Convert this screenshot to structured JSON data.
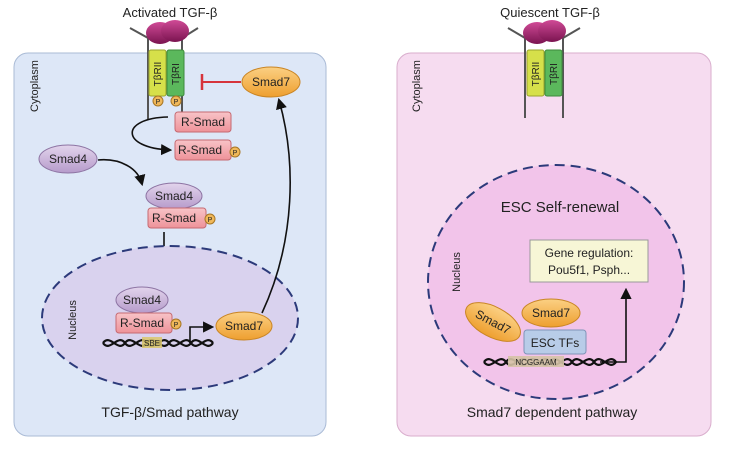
{
  "left_panel": {
    "header": "Activated TGF-β",
    "cytoplasm_label": "Cytoplasm",
    "receptor_1": "TβRII",
    "receptor_2": "TβRI",
    "phospho_mark": "P",
    "smad7_cyto": "Smad7",
    "rsmad": "R-Smad",
    "rsmad_p": "R-Smad",
    "smad4_free": "Smad4",
    "complex_smad4": "Smad4",
    "complex_rsmad": "R-Smad",
    "nucleus_label": "Nucleus",
    "nuc_smad4": "Smad4",
    "nuc_rsmad": "R-Smad",
    "sbe": "SBE",
    "nuc_smad7": "Smad7",
    "footer": "TGF-β/Smad pathway"
  },
  "right_panel": {
    "header": "Quiescent TGF-β",
    "cytoplasm_label": "Cytoplasm",
    "receptor_1": "TβRII",
    "receptor_2": "TβRI",
    "nucleus_label": "Nucleus",
    "self_renewal": "ESC Self-renewal",
    "gene_reg_line1": "Gene regulation:",
    "gene_reg_line2": "Pou5f1, Psph...",
    "smad7_tilted": "Smad7",
    "smad7_top": "Smad7",
    "esc_tfs": "ESC TFs",
    "motif": "NCGGAAM",
    "footer": "Smad7 dependent pathway"
  },
  "colors": {
    "left_bg": "#dde7f7",
    "right_bg": "#f6dcf0",
    "left_nucleus": "#d9d2ee",
    "right_nucleus": "#f2c4ea",
    "smad7": "#f4b24a",
    "smad4": "#c9b3d9",
    "rsmad": "#f2a3aa",
    "inhibit": "#d6343c",
    "receptor_yellow": "#d6e04a",
    "receptor_green": "#5bb85c",
    "ligand": "#a6246f"
  },
  "icons": [
    "arrow",
    "inhibition-bar",
    "dna-helix",
    "phosphate-circle",
    "ligand-dimer",
    "receptor"
  ]
}
